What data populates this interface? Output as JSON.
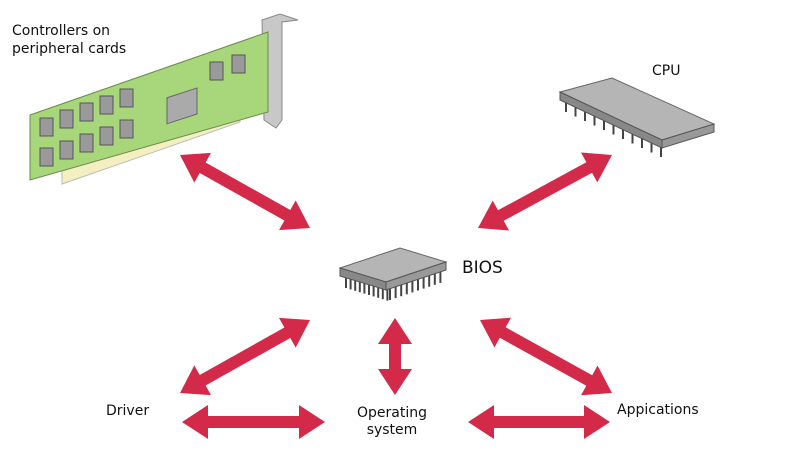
{
  "labels": {
    "controllers_line1": "Controllers on",
    "controllers_line2": "peripheral cards",
    "cpu": "CPU",
    "bios": "BIOS",
    "driver": "Driver",
    "os_line1": "Operating",
    "os_line2": "system",
    "applications": "Appications"
  },
  "colors": {
    "arrow": "#d42a4a",
    "card_board": "#a8d67a",
    "card_connector": "#f3efc0",
    "chip": "#a9a9a9",
    "bracket": "#c8c8c8"
  },
  "connections": [
    {
      "from": "Controllers on peripheral cards",
      "to": "BIOS",
      "direction": "both"
    },
    {
      "from": "CPU",
      "to": "BIOS",
      "direction": "both"
    },
    {
      "from": "BIOS",
      "to": "Driver",
      "direction": "both"
    },
    {
      "from": "BIOS",
      "to": "Operating system",
      "direction": "both"
    },
    {
      "from": "BIOS",
      "to": "Appications",
      "direction": "both"
    },
    {
      "from": "Driver",
      "to": "Operating system",
      "direction": "both"
    },
    {
      "from": "Operating system",
      "to": "Appications",
      "direction": "both"
    }
  ]
}
